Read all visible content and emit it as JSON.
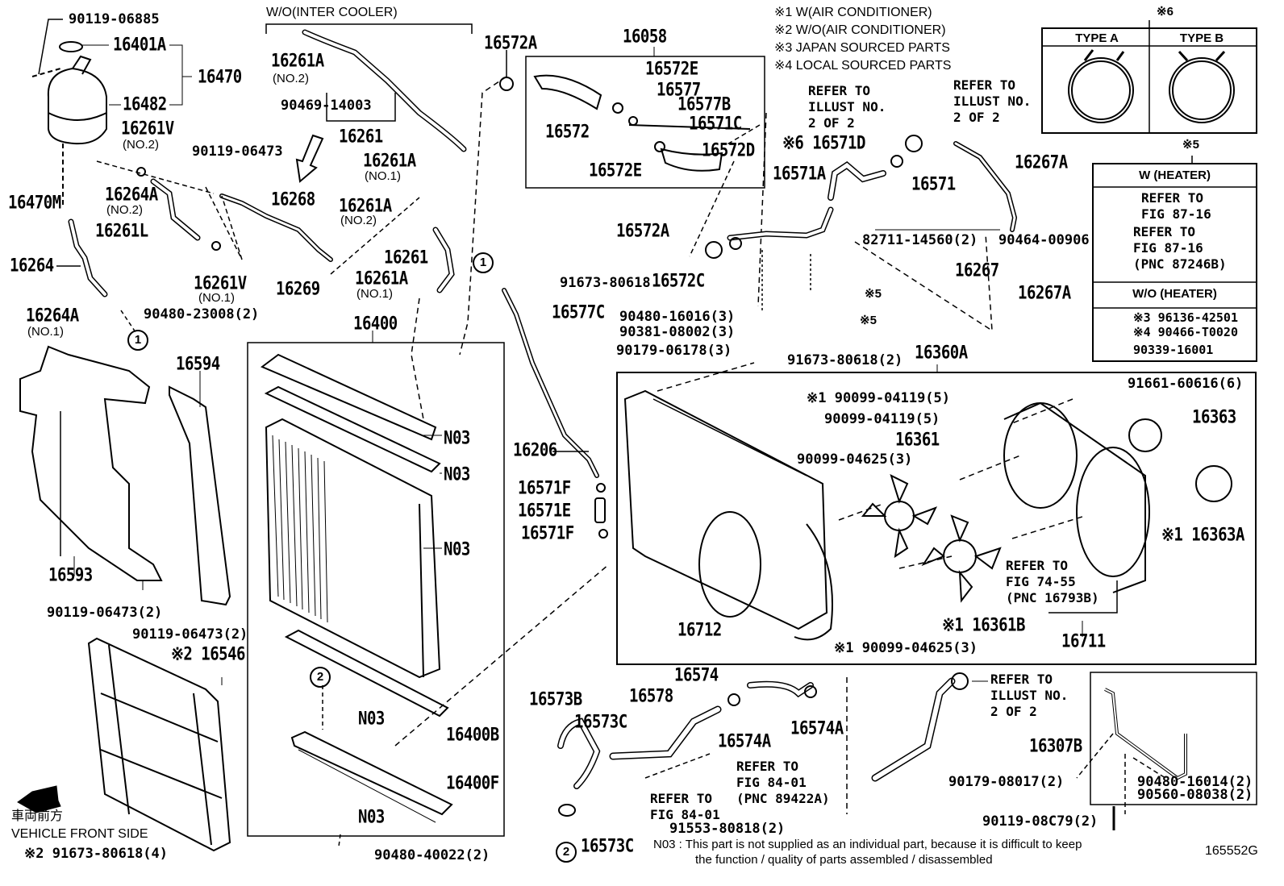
{
  "diagram": {
    "figure_id": "165552G",
    "notes": {
      "n1": "※1  W(AIR CONDITIONER)",
      "n2": "※2  W/O(AIR CONDITIONER)",
      "n3": "※3  JAPAN SOURCED PARTS",
      "n4": "※4  LOCAL SOURCED PARTS"
    },
    "group_label_intercooler": "W/O(INTER COOLER)",
    "vehicle_front": {
      "jp": "車両前方",
      "en": "VEHICLE FRONT SIDE"
    },
    "footnote": {
      "line1": "N03 : This part is not supplied as an individual part, because it is difficult to keep",
      "line2": "the function / quality of parts assembled / disassembled"
    },
    "clamp_types": {
      "marker": "※6",
      "type_a": "TYPE A",
      "type_b": "TYPE B"
    },
    "heater_box": {
      "marker": "※5",
      "w_heater": "W (HEATER)",
      "refer1": "REFER TO\nFIG 87-16",
      "refer2": "REFER TO\nFIG 87-16\n(PNC 87246B)",
      "wo_heater": "W/O (HEATER)",
      "p1": "※3 96136-42501",
      "p2": "※4 90466-T0020",
      "p3": "90339-16001"
    },
    "refs": {
      "illust_a": "REFER TO\nILLUST NO.\n2 OF 2",
      "illust_b": "REFER TO\nILLUST NO.\n2 OF 2",
      "illust_c": "REFER TO\nILLUST NO.\n2 OF 2",
      "fig7455": "REFER TO\nFIG 74-55\n(PNC 16793B)",
      "fig8401a": "REFER TO\nFIG 84-01\n(PNC 89422A)",
      "fig8401b": "REFER TO\nFIG 84-01"
    },
    "circles": {
      "c1": "1",
      "c2": "2"
    },
    "parts": {
      "p90119_06885": "90119-06885",
      "p16401A": "16401A",
      "p16470": "16470",
      "p16482": "16482",
      "p16261V_2": "16261V",
      "p16261V_2_sub": "(NO.2)",
      "p16470M": "16470M",
      "p16264A_2": "16264A",
      "p16264A_2_sub": "(NO.2)",
      "p16261L": "16261L",
      "p16264": "16264",
      "p16261V_1": "16261V",
      "p16261V_1_sub": "(NO.1)",
      "p16264A_1": "16264A",
      "p16264A_1_sub": "(NO.1)",
      "p90480_23008": "90480-23008(2)",
      "p16261A_top": "16261A",
      "p16261A_top_sub": "(NO.2)",
      "p90469_14003": "90469-14003",
      "p16261_top": "16261",
      "p16261A_n1a": "16261A",
      "p16261A_n1a_sub": "(NO.1)",
      "p90119_06473": "90119-06473",
      "p16268": "16268",
      "p16261A_n2b": "16261A",
      "p16261A_n2b_sub": "(NO.2)",
      "p16261_mid": "16261",
      "p16269": "16269",
      "p16261A_n1b": "16261A",
      "p16261A_n1b_sub": "(NO.1)",
      "p16400": "16400",
      "p16594": "16594",
      "p16593": "16593",
      "p90119_06473_2a": "90119-06473(2)",
      "p90119_06473_2b": "90119-06473(2)",
      "p16546": "※2 16546",
      "p91673_80618_4": "※2 91673-80618(4)",
      "n03_a": "N03",
      "n03_b": "N03",
      "n03_c": "N03",
      "n03_d": "N03",
      "n03_e": "N03",
      "p16400B": "16400B",
      "p16400F": "16400F",
      "p90480_40022": "90480-40022(2)",
      "p16572A_top": "16572A",
      "p16058": "16058",
      "p16572E_a": "16572E",
      "p16577": "16577",
      "p16577B": "16577B",
      "p16572": "16572",
      "p16571C": "16571C",
      "p16572D": "16572D",
      "p16572E_b": "16572E",
      "p16572A_mid": "16572A",
      "p16572C": "16572C",
      "p91673_80618": "91673-80618",
      "p16577C": "16577C",
      "p90480_16016": "90480-16016(3)",
      "p90381_08002": "90381-08002(3)",
      "p90179_06178": "90179-06178(3)",
      "p91673_80618_2": "91673-80618(2)",
      "p16206": "16206",
      "p16571F_a": "16571F",
      "p16571E": "16571E",
      "p16571F_b": "16571F",
      "p16571D": "※6 16571D",
      "p16571A": "16571A",
      "p16571": "16571",
      "p16267A_top": "16267A",
      "p82711": "82711-14560(2)",
      "p90464": "90464-00906",
      "p16267": "16267",
      "p16267A_bot": "16267A",
      "mark5a": "※5",
      "mark5b": "※5",
      "p16360A": "16360A",
      "p90099_04119_ac": "※1 90099-04119(5)",
      "p90099_04119": "90099-04119(5)",
      "p91661": "91661-60616(6)",
      "p16363": "16363",
      "p16361": "16361",
      "p90099_04625": "90099-04625(3)",
      "p16363A": "※1 16363A",
      "p16361B": "※1 16361B",
      "p16712": "16712",
      "p90099_04625_ac": "※1 90099-04625(3)",
      "p16711": "16711",
      "p16574": "16574",
      "p16573B": "16573B",
      "p16578": "16578",
      "p16573C_a": "16573C",
      "p16574A_a": "16574A",
      "p16574A_b": "16574A",
      "p91553": "91553-80818(2)",
      "p16573C_b": "16573C",
      "p16307B": "16307B",
      "p90179_08017": "90179-08017(2)",
      "p90480_16014": "90480-16014(2)",
      "p90560": "90560-08038(2)",
      "p90119_08C79": "90119-08C79(2)"
    }
  }
}
